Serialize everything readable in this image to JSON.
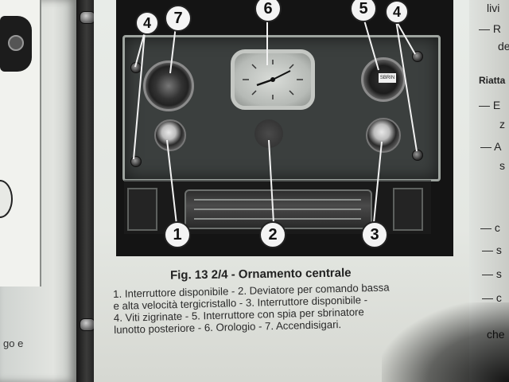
{
  "figure": {
    "caption": "Fig. 13 2/4 - Ornamento centrale",
    "legend_lines": [
      "1. Interruttore disponibile - 2. Deviatore per comando bassa",
      "e alta velocità tergicristallo - 3. Interruttore disponibile -",
      "4. Viti zigrinate - 5. Interruttore con spia per sbrinatore",
      "lunotto posteriore - 6. Orologio - 7. Accendisigari."
    ],
    "callouts": {
      "c1": "1",
      "c2": "2",
      "c3": "3",
      "c4_left": "4",
      "c4_right": "4",
      "c5": "5",
      "c6": "6",
      "c7": "7"
    },
    "lamp_label": "SBRIN"
  },
  "left_page": {
    "text_fragment": "go e"
  },
  "right_margin": {
    "lines": [
      "livi",
      "— R",
      "de",
      "Riatta",
      "— E",
      "z",
      "— A",
      "s",
      "— c",
      "— s",
      "— s",
      "— c",
      "che"
    ]
  },
  "colors": {
    "page": "#e4e7e2",
    "photo_bg": "#141414",
    "panel": "#3b3f3e"
  }
}
